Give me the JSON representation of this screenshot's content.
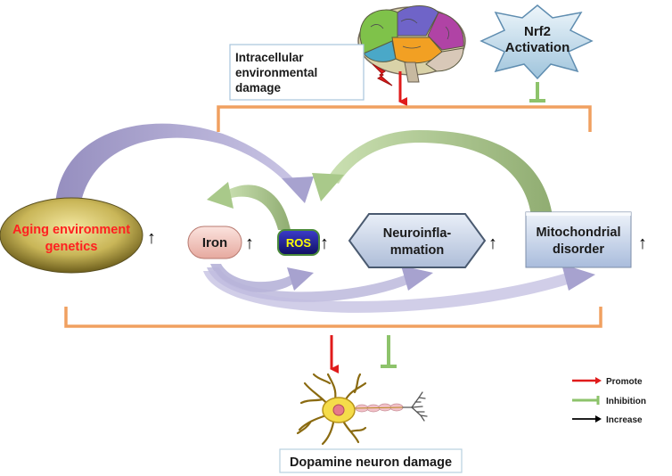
{
  "nodes": {
    "intracellular": [
      "Intracellular",
      "environmental",
      "damage"
    ],
    "nrf2": [
      "Nrf2",
      "Activation"
    ],
    "aging": [
      "Aging environment",
      "genetics"
    ],
    "iron": "Iron",
    "ros": "ROS",
    "neuroinflammation": [
      "Neuroinfla-",
      "mmation"
    ],
    "mitochondrial": [
      "Mitochondrial",
      "disorder"
    ],
    "dopamine": "Dopamine neuron damage"
  },
  "increase_symbol": "↑",
  "legend": {
    "promote": "Promote",
    "inhibition": "Inhibition",
    "increase": "Increase"
  },
  "colors": {
    "promote": "#e01b1b",
    "inhibition": "#8dc36b",
    "increase": "#000000",
    "bracket": "#f0a060",
    "arrow_purple": "#a7a2cf",
    "arrow_green": "#a9c98a",
    "aging_text": "#ff2020",
    "ros_text": "#ffff00"
  }
}
